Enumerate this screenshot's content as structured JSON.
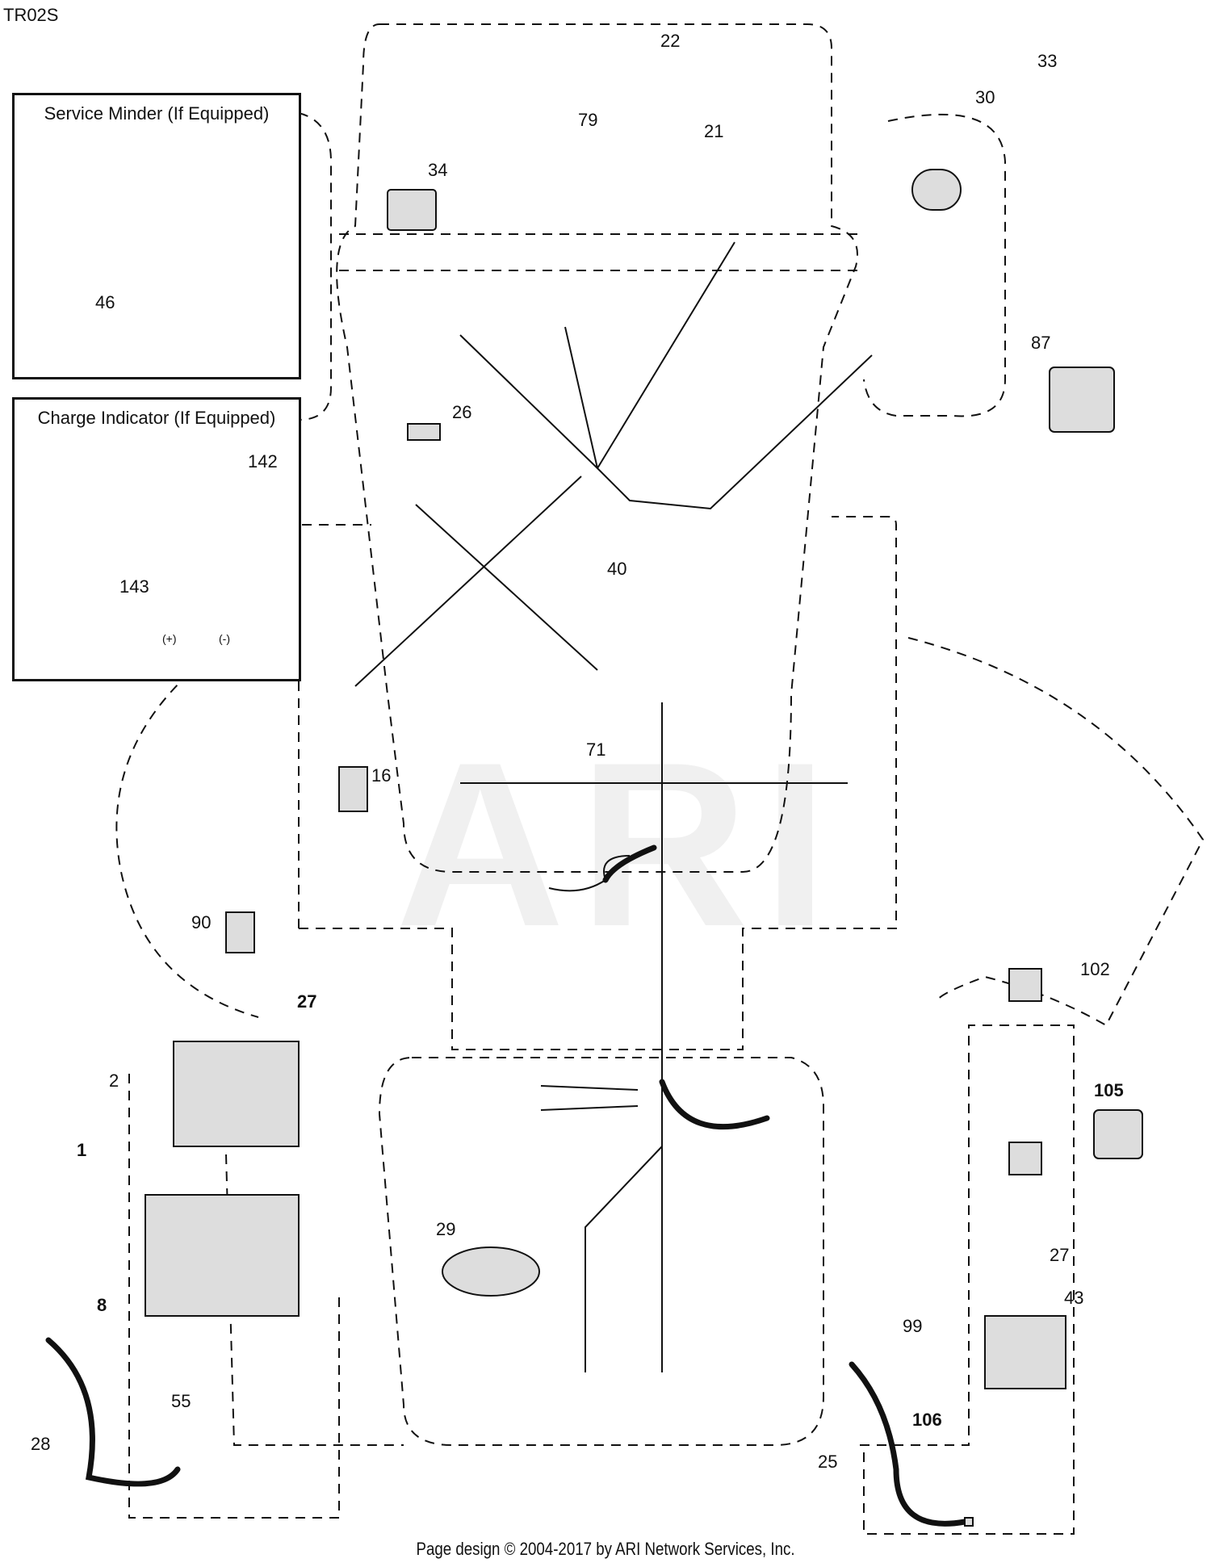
{
  "diagram_code": "TR02S",
  "boxes": {
    "service_minder": {
      "title": "Service Minder (If Equipped)"
    },
    "charge_indicator": {
      "title": "Charge Indicator (If Equipped)",
      "plus": "(+)",
      "minus": "(-)"
    }
  },
  "watermark": "ARI",
  "footer": "Page design © 2004-2017 by ARI Network Services, Inc.",
  "parts": {
    "p1": "1",
    "p2": "2",
    "p8": "8",
    "p16": "16",
    "p21": "21",
    "p22": "22",
    "p25": "25",
    "p26": "26",
    "p27a": "27",
    "p27b": "27",
    "p28": "28",
    "p29": "29",
    "p30": "30",
    "p33": "33",
    "p34": "34",
    "p40": "40",
    "p43": "43",
    "p46": "46",
    "p55": "55",
    "p71": "71",
    "p79": "79",
    "p87": "87",
    "p90": "90",
    "p99": "99",
    "p102": "102",
    "p105": "105",
    "p106": "106",
    "p142": "142",
    "p143": "143"
  }
}
